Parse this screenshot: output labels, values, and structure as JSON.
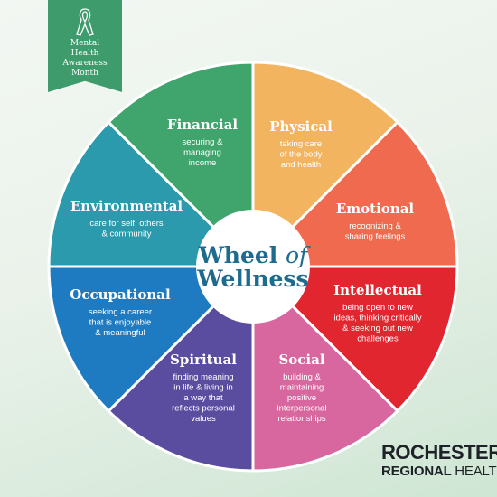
{
  "campaign": {
    "lines": [
      "Mental",
      "Health",
      "Awareness",
      "Month"
    ]
  },
  "center": {
    "line1_a": "Wheel",
    "line1_b": "of",
    "line2": "Wellness"
  },
  "segments": [
    {
      "title": "Physical",
      "desc": [
        "taking care",
        "of the body",
        "and health"
      ],
      "color": "#f3b460"
    },
    {
      "title": "Emotional",
      "desc": [
        "recognizing &",
        "sharing feelings"
      ],
      "color": "#ef6a4f"
    },
    {
      "title": "Intellectual",
      "desc": [
        "being open to new",
        "ideas, thinking critically",
        "& seeking out new",
        "challenges"
      ],
      "color": "#e2262f"
    },
    {
      "title": "Social",
      "desc": [
        "building &",
        "maintaining",
        "positive",
        "interpersonal",
        "relationships"
      ],
      "color": "#d8679f"
    },
    {
      "title": "Spiritual",
      "desc": [
        "finding meaning",
        "in life & living in",
        "a way that",
        "reflects personal",
        "values"
      ],
      "color": "#5a4da0"
    },
    {
      "title": "Occupational",
      "desc": [
        "seeking a career",
        "that is enjoyable",
        "& meaningful"
      ],
      "color": "#1f7bc1"
    },
    {
      "title": "Environmental",
      "desc": [
        "care for self, others",
        "& community"
      ],
      "color": "#2a9aac"
    },
    {
      "title": "Financial",
      "desc": [
        "securing &",
        "managing",
        "income"
      ],
      "color": "#40a46d"
    }
  ],
  "logo": {
    "top": "ROCHESTER",
    "bottom_a": "REGIONAL",
    "bottom_b": "HEALTH"
  }
}
